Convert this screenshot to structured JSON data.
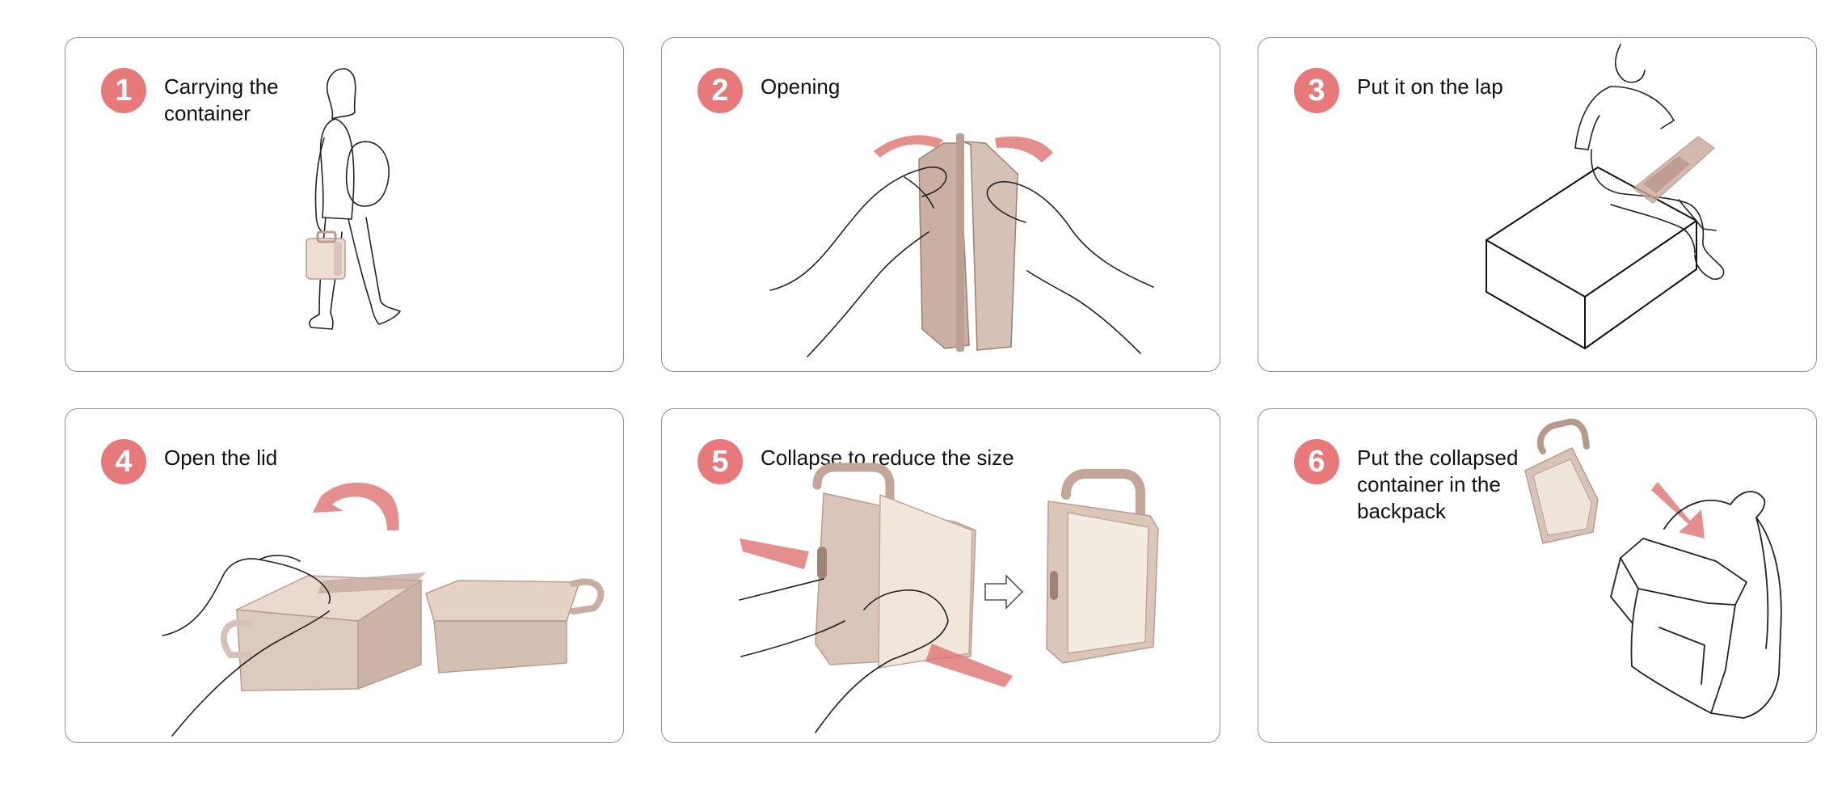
{
  "steps": [
    {
      "number": "1",
      "caption": "Carrying the\ncontainer"
    },
    {
      "number": "2",
      "caption": "Opening"
    },
    {
      "number": "3",
      "caption": "Put it on the lap"
    },
    {
      "number": "4",
      "caption": "Open the lid"
    },
    {
      "number": "5",
      "caption": "Collapse to reduce the size"
    },
    {
      "number": "6",
      "caption": "Put the collapsed\ncontainer in the\nbackpack"
    }
  ],
  "colors": {
    "badge": "#e8797a",
    "arrow": "#d9595a",
    "container": "#d8c3b8",
    "container_dark": "#b99c8f",
    "border": "#8f8f8f"
  },
  "icons": {
    "walking-person": "person-with-backpack-icon",
    "hands": "hands-icon",
    "motion-arrow": "red-motion-arrow-icon",
    "container": "lunchbox-container-icon",
    "backpack": "backpack-icon",
    "box-seat": "box-seat-icon"
  }
}
